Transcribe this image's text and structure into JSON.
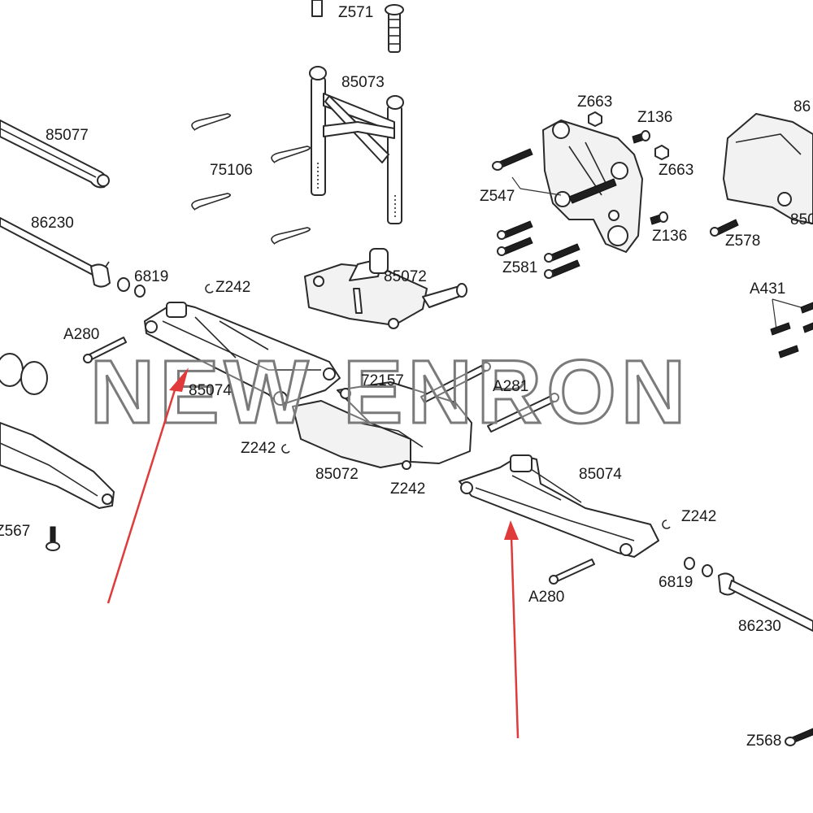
{
  "watermark": "NEW ENRON",
  "accent_color": "#e03a3a",
  "labels": [
    {
      "id": "z571",
      "text": "Z571"
    },
    {
      "id": "p85073",
      "text": "85073"
    },
    {
      "id": "p85077",
      "text": "85077"
    },
    {
      "id": "p75106",
      "text": "75106"
    },
    {
      "id": "p86230a",
      "text": "86230"
    },
    {
      "id": "p6819a",
      "text": "6819"
    },
    {
      "id": "z242a",
      "text": "Z242"
    },
    {
      "id": "p85072a",
      "text": "85072"
    },
    {
      "id": "a280a",
      "text": "A280"
    },
    {
      "id": "p85074a",
      "text": "85074"
    },
    {
      "id": "p72157",
      "text": "72157"
    },
    {
      "id": "a281",
      "text": "A281"
    },
    {
      "id": "z242b",
      "text": "Z242"
    },
    {
      "id": "p85072b",
      "text": "85072"
    },
    {
      "id": "z242c",
      "text": "Z242"
    },
    {
      "id": "p85074b",
      "text": "85074"
    },
    {
      "id": "z242d",
      "text": "Z242"
    },
    {
      "id": "a280b",
      "text": "A280"
    },
    {
      "id": "p6819b",
      "text": "6819"
    },
    {
      "id": "p86230b",
      "text": "86230"
    },
    {
      "id": "z567",
      "text": "Z567"
    },
    {
      "id": "z568",
      "text": "Z568"
    },
    {
      "id": "z663a",
      "text": "Z663"
    },
    {
      "id": "z136a",
      "text": "Z136"
    },
    {
      "id": "z663b",
      "text": "Z663"
    },
    {
      "id": "z547",
      "text": "Z547"
    },
    {
      "id": "z136b",
      "text": "Z136"
    },
    {
      "id": "z581",
      "text": "Z581"
    },
    {
      "id": "z578",
      "text": "Z578"
    },
    {
      "id": "a431",
      "text": "A431"
    },
    {
      "id": "p86top",
      "text": "86"
    },
    {
      "id": "p850r",
      "text": "850"
    }
  ]
}
